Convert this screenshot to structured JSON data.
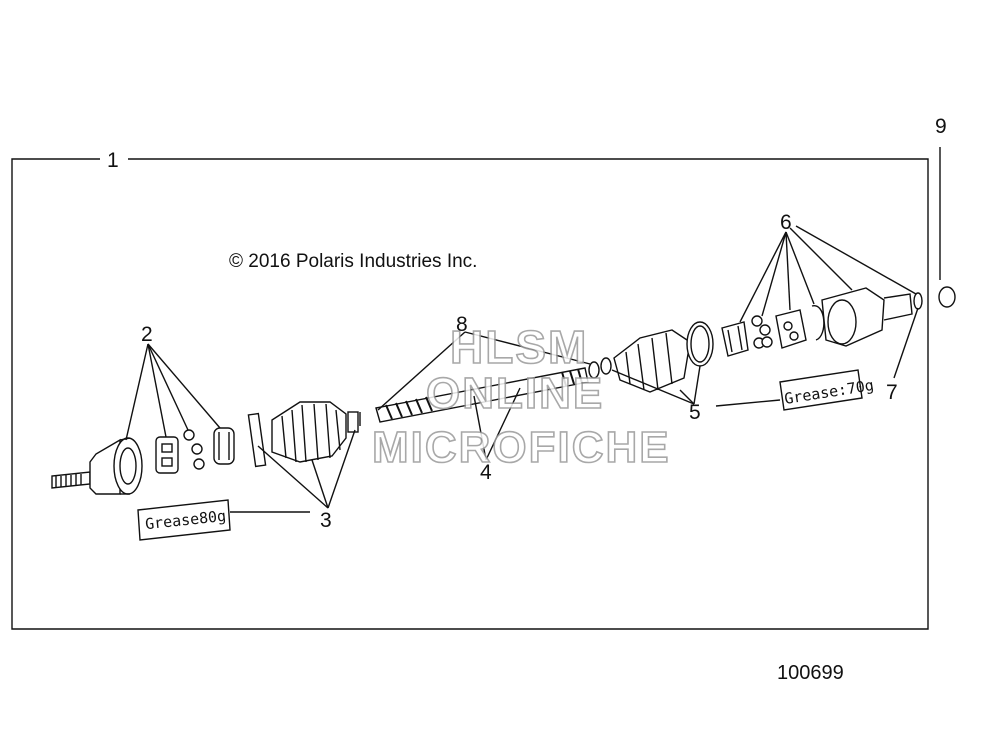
{
  "copyright": "© 2016 Polaris Industries Inc.",
  "figure_number": "100699",
  "callouts": {
    "c1": "1",
    "c2": "2",
    "c3": "3",
    "c4": "4",
    "c5": "5",
    "c6": "6",
    "c7": "7",
    "c8": "8",
    "c9": "9"
  },
  "labels": {
    "grease_80": "Grease80g",
    "grease_70": "Grease:70g"
  },
  "watermark": {
    "line1": "HLSM",
    "line2": "ONLINE",
    "line3": "MICROFICHE"
  },
  "colors": {
    "line": "#111111",
    "watermark_stroke": "#9a9a9a"
  }
}
